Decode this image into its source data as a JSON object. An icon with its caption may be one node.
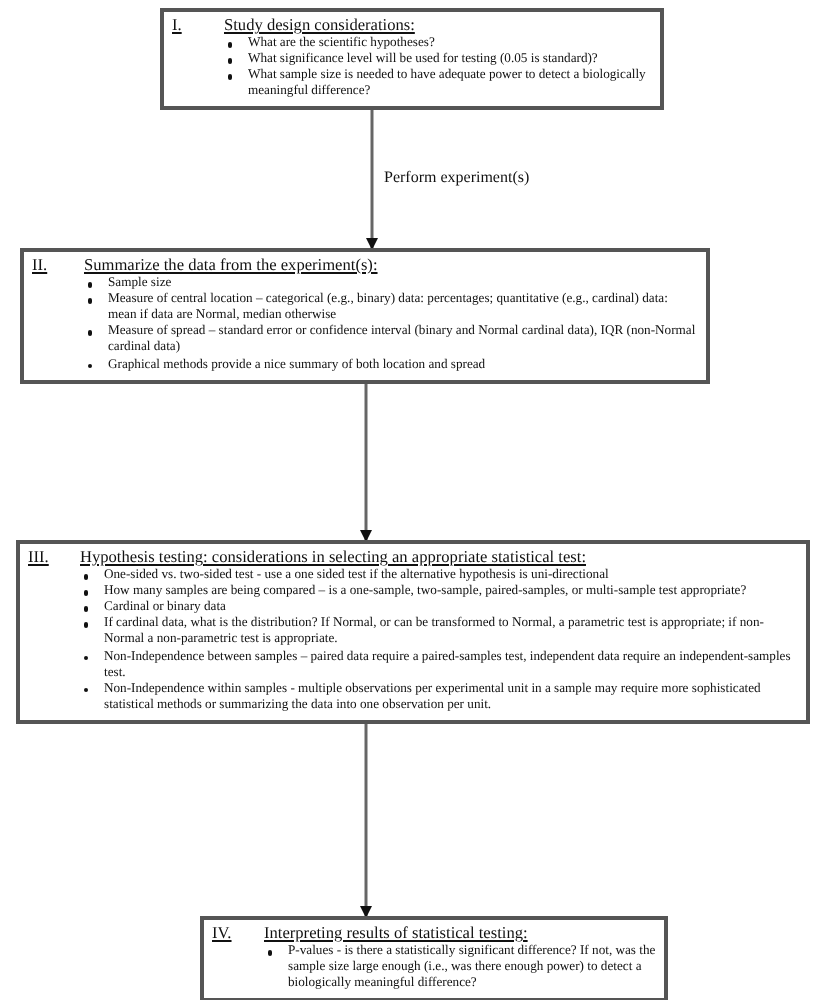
{
  "diagram": {
    "nodes": [
      {
        "text": [
          "I.",
          "Study design considerations:",
          "What are the scientific hypotheses?",
          "What significance level will be used for testing (0.05 is standard)?",
          "What sample size is needed to have adequate power to detect a biologically meaningful difference?"
        ]
      },
      {
        "text": [
          "II.",
          "Summarize the data from the experiment(s):",
          "Sample size",
          "Measure of central location – categorical (e.g., binary) data: percentages; quantitative (e.g., cardinal) data: mean if data are Normal, median otherwise",
          "Measure of spread – standard error or confidence interval (binary and Normal cardinal data), IQR (non-Normal cardinal data)",
          "Graphical methods provide a nice summary of both location and spread"
        ]
      },
      {
        "text": [
          "III.",
          "Hypothesis testing: considerations in selecting an appropriate statistical test:",
          "One-sided vs. two-sided test - use a one sided test if the alternative hypothesis is uni-directional",
          "How many samples are being compared – is a one-sample, two-sample, paired-samples, or multi-sample test appropriate?",
          "Cardinal or binary data",
          "If cardinal data, what is the distribution? If Normal, or can be transformed to Normal, a parametric test is appropriate; if non-Normal a non-parametric test is appropriate.",
          "Non-Independence between samples – paired data require a paired-samples test, independent data require an independent-samples test.",
          "Non-Independence within samples - multiple observations per experimental unit in a sample may require more sophisticated statistical methods or summarizing the data into one observation per unit."
        ]
      },
      {
        "text": [
          "IV.",
          "Interpreting results of statistical testing:",
          "P-values - is there a statistically significant difference? If not, was the sample size large enough (i.e., was there enough power) to detect a biologically meaningful difference?"
        ]
      }
    ],
    "edges": [
      {
        "from": 0,
        "to": 1,
        "arrow": "to",
        "label": "Perform experiment(s)"
      },
      {
        "from": 1,
        "to": 2,
        "arrow": "to"
      },
      {
        "from": 2,
        "to": 3,
        "arrow": "to"
      }
    ]
  }
}
